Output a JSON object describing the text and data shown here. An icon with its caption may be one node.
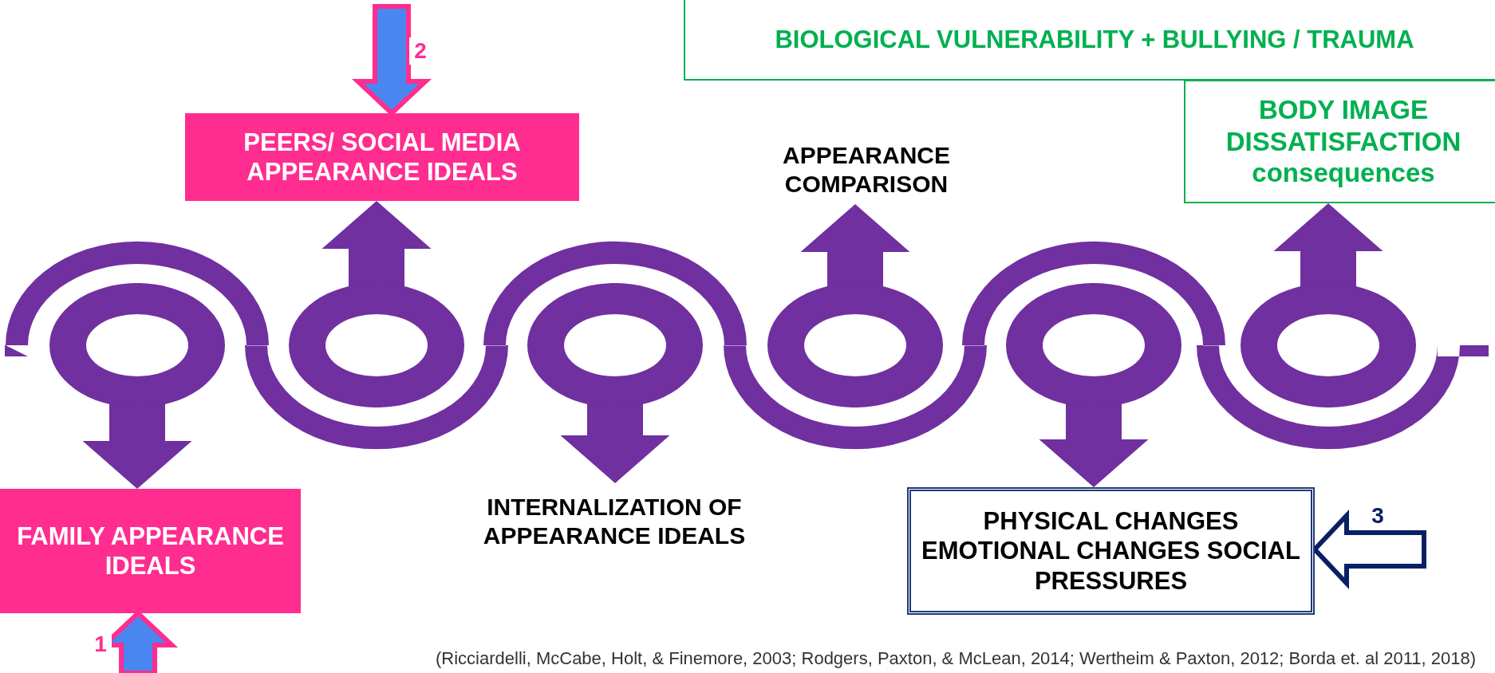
{
  "diagram": {
    "nodes": [
      {
        "text": [
          "BIOLOGICAL VULNERABILITY + BULLYING / TRAUMA"
        ]
      },
      {
        "text": [
          "PEERS/ SOCIAL MEDIA APPEARANCE IDEALS"
        ]
      },
      {
        "text": [
          "BODY IMAGE DISSATISFACTION",
          "consequences"
        ]
      },
      {
        "text": [
          "APPEARANCE COMPARISON"
        ]
      },
      {
        "text": [],
        "shape": "circle"
      },
      {
        "text": [],
        "shape": "circle"
      },
      {
        "text": [],
        "shape": "circle"
      },
      {
        "text": [],
        "shape": "circle"
      },
      {
        "text": [],
        "shape": "circle"
      },
      {
        "text": [],
        "shape": "circle"
      },
      {
        "text": [
          "FAMILY APPEARANCE IDEALS"
        ]
      },
      {
        "text": [
          "INTERNALIZATION OF APPEARANCE IDEALS"
        ]
      },
      {
        "text": [
          "PHYSICAL CHANGES EMOTIONAL CHANGES SOCIAL PRESSURES"
        ]
      }
    ],
    "edges": [
      {
        "from": 4,
        "to": 10,
        "arrow": "to"
      },
      {
        "from": 5,
        "to": 1,
        "arrow": "to"
      },
      {
        "from": 6,
        "to": 11,
        "arrow": "to"
      },
      {
        "from": 7,
        "to": 3,
        "arrow": "to"
      },
      {
        "from": 8,
        "to": 12,
        "arrow": "to"
      },
      {
        "from": 9,
        "to": 2,
        "arrow": "to"
      },
      {
        "from": null,
        "to": 10,
        "arrow": "to",
        "label": "1",
        "color": "#ff2d8f"
      },
      {
        "from": null,
        "to": 1,
        "arrow": "to",
        "label": "2",
        "color": "#ff2d8f"
      },
      {
        "from": null,
        "to": 12,
        "arrow": "to",
        "label": "3",
        "color": "#0a2064"
      }
    ],
    "labels": [
      "(Ricciardelli, McCabe, Holt, & Finemore, 2003; Rodgers, Paxton, & McLean, 2014; Wertheim & Paxton, 2012; Borda et. al 2011, 2018)"
    ]
  }
}
